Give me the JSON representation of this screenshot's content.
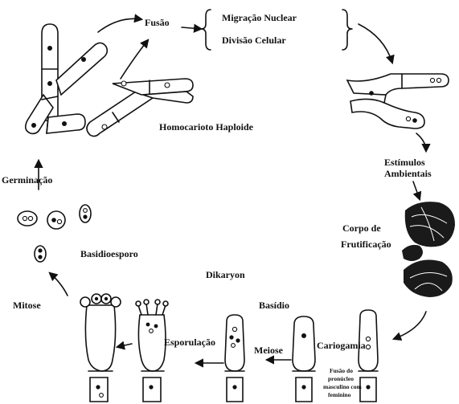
{
  "labels": {
    "fusao": "Fusão",
    "migracao": "Migração Nuclear",
    "divisao": "Divisão  Celular",
    "homocarioto": "Homocarioto Haploide",
    "estimulos_1": "Estímulos",
    "estimulos_2": "Ambientais",
    "germinacao": "Germinação",
    "corpo_1": "Corpo de",
    "corpo_2": "Frutificação",
    "basidioesporo": "Basidioesporo",
    "dikaryon": "Dikaryon",
    "mitose": "Mitose",
    "basidio": "Basídio",
    "esporulacao": "Esporulação",
    "meiose": "Meiose",
    "cariogamia": "Cariogamia",
    "fusao_pronucleo_1": "Fusão do",
    "fusao_pronucleo_2": "pronúcleo",
    "fusao_pronucleo_3": "masculino com",
    "fusao_pronucleo_4": "feminino"
  },
  "colors": {
    "ink": "#111111",
    "background": "#ffffff",
    "fruiting_body": "#1a1a1a"
  }
}
